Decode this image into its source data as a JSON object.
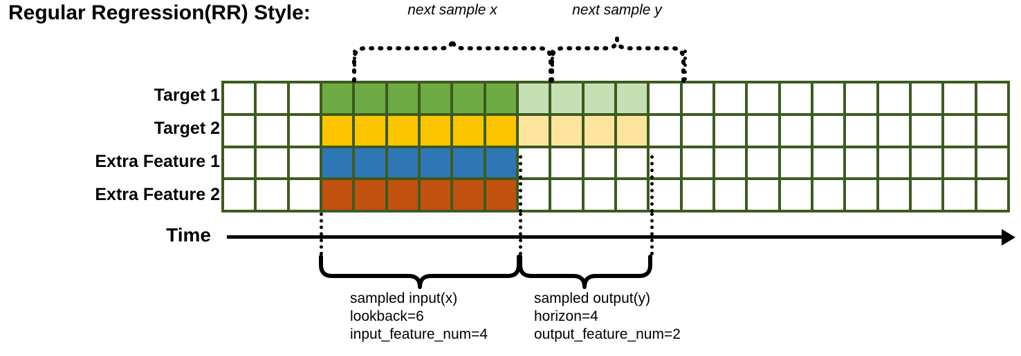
{
  "title": "Regular Regression(RR) Style:",
  "rows": [
    {
      "label": "Target 1",
      "name": "target-1"
    },
    {
      "label": "Target 2",
      "name": "target-2"
    },
    {
      "label": "Extra Feature 1",
      "name": "extra-feature-1"
    },
    {
      "label": "Extra Feature 2",
      "name": "extra-feature-2"
    }
  ],
  "axis": {
    "label": "Time"
  },
  "top_annotations": [
    {
      "text": "next sample x",
      "name": "next-sample-x"
    },
    {
      "text": "next sample y",
      "name": "next-sample-y"
    }
  ],
  "bottom_annotations": [
    {
      "name": "sampled-input",
      "line1": "sampled input(x)",
      "line2": "lookback=6",
      "line3": "input_feature_num=4"
    },
    {
      "name": "sampled-output",
      "line1": "sampled output(y)",
      "line2": "horizon=4",
      "line3": "output_feature_num=2"
    }
  ],
  "colors": {
    "border": "#3D5B1E",
    "empty": "#FFFFFF",
    "green": "#6FAB44",
    "green_faded": "#C5E0B4",
    "yellow": "#FDC500",
    "yellow_faded": "#FDE49C",
    "blue": "#2E77B6",
    "orange": "#C1510F",
    "ink": "#000000"
  },
  "grid": {
    "columns": 24,
    "rows": 4,
    "input_start_col": 4,
    "input_end_col": 9,
    "output_start_col": 10,
    "output_end_col": 13,
    "cells": [
      [
        "empty",
        "empty",
        "empty",
        "green",
        "green",
        "green",
        "green",
        "green",
        "green",
        "green_faded",
        "green_faded",
        "green_faded",
        "green_faded",
        "empty",
        "empty",
        "empty",
        "empty",
        "empty",
        "empty",
        "empty",
        "empty",
        "empty",
        "empty",
        "empty"
      ],
      [
        "empty",
        "empty",
        "empty",
        "yellow",
        "yellow",
        "yellow",
        "yellow",
        "yellow",
        "yellow",
        "yellow_faded",
        "yellow_faded",
        "yellow_faded",
        "yellow_faded",
        "empty",
        "empty",
        "empty",
        "empty",
        "empty",
        "empty",
        "empty",
        "empty",
        "empty",
        "empty",
        "empty"
      ],
      [
        "empty",
        "empty",
        "empty",
        "blue",
        "blue",
        "blue",
        "blue",
        "blue",
        "blue",
        "empty",
        "empty",
        "empty",
        "empty",
        "empty",
        "empty",
        "empty",
        "empty",
        "empty",
        "empty",
        "empty",
        "empty",
        "empty",
        "empty",
        "empty"
      ],
      [
        "empty",
        "empty",
        "empty",
        "orange",
        "orange",
        "orange",
        "orange",
        "orange",
        "orange",
        "empty",
        "empty",
        "empty",
        "empty",
        "empty",
        "empty",
        "empty",
        "empty",
        "empty",
        "empty",
        "empty",
        "empty",
        "empty",
        "empty",
        "empty"
      ]
    ]
  }
}
